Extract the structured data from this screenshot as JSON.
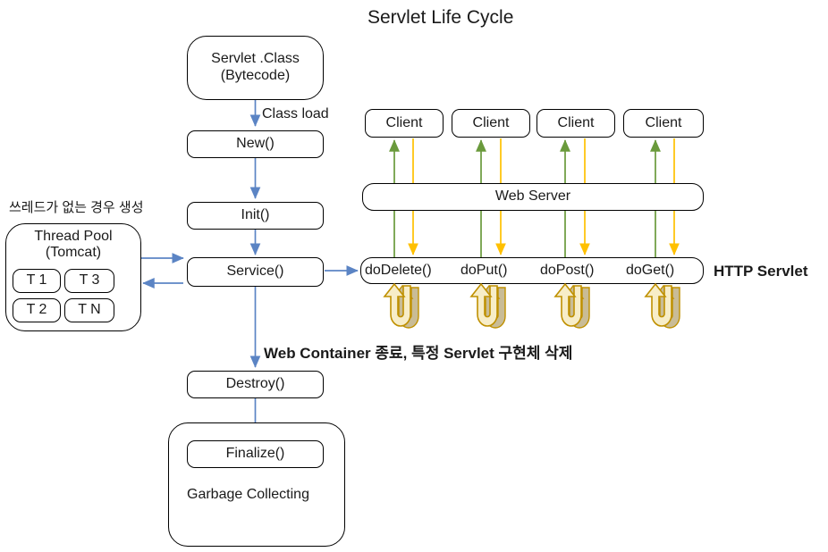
{
  "title": "Servlet Life Cycle",
  "colors": {
    "flow_arrow": "#5B84C4",
    "request_arrow": "#6A9A3C",
    "response_arrow": "#FFC000",
    "uturn_fill": "#F7EDC8",
    "uturn_stroke": "#BF9000",
    "uturn_shadow": "#C9BC96",
    "box_border": "#000000",
    "text": "#1a1a1a"
  },
  "lifecycle": {
    "servlet_class": "Servlet .Class\n(Bytecode)",
    "class_load_label": "Class load",
    "new": "New()",
    "init": "Init()",
    "service": "Service()",
    "destroy": "Destroy()",
    "finalize": "Finalize()",
    "garbage_collecting": "Garbage Collecting",
    "web_container_note": "Web Container 종료, 특정 Servlet 구현체 삭제"
  },
  "thread_pool": {
    "note": "쓰레드가 없는 경우 생성",
    "title": "Thread Pool\n(Tomcat)",
    "threads": [
      "T 1",
      "T 3",
      "T 2",
      "T N"
    ]
  },
  "http": {
    "clients": [
      "Client",
      "Client",
      "Client",
      "Client"
    ],
    "web_server": "Web Server",
    "methods": [
      "doDelete()",
      "doPut()",
      "doPost()",
      "doGet()"
    ],
    "servlet_label": "HTTP Servlet"
  }
}
